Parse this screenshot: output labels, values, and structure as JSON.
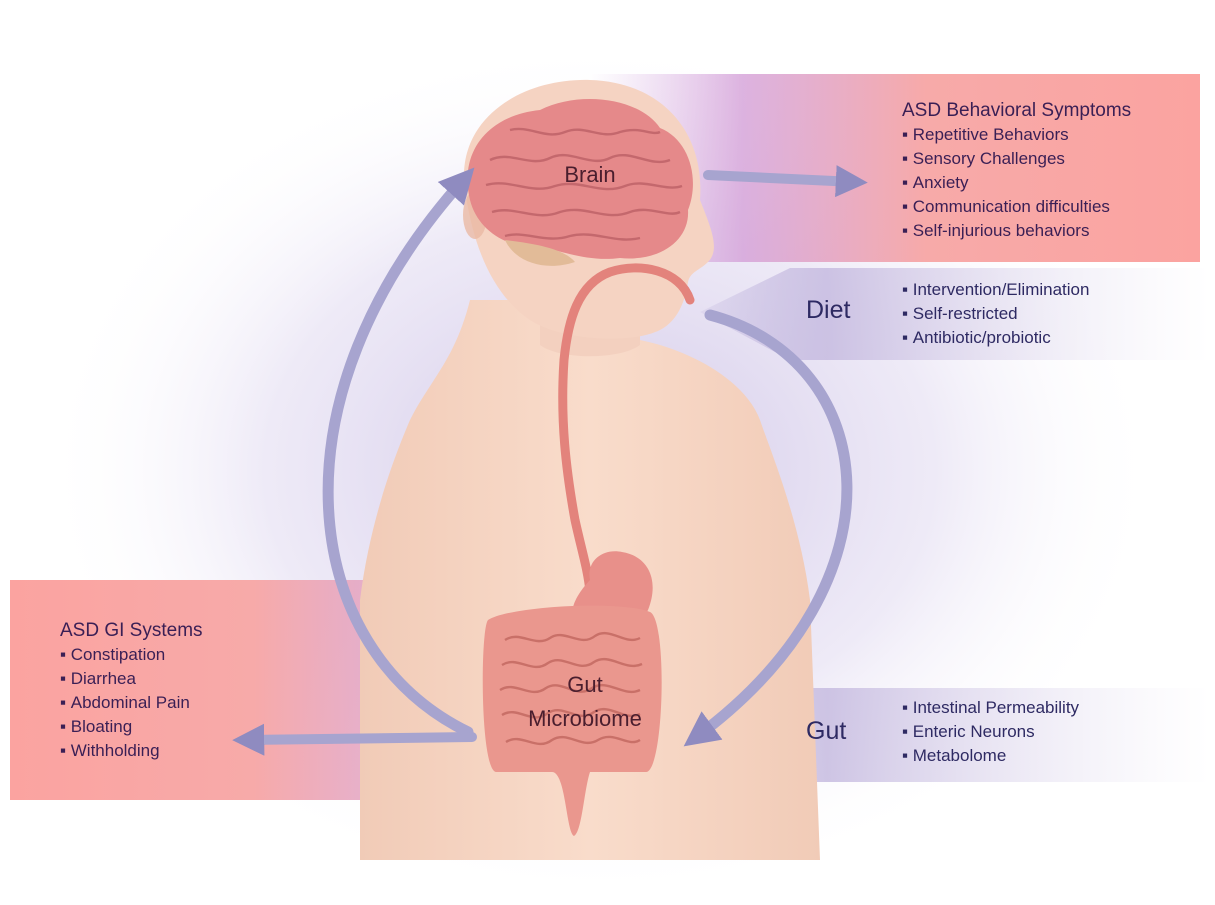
{
  "brain_label": "Brain",
  "gut_label_line1": "Gut",
  "gut_label_line2": "Microbiome",
  "behavioral": {
    "title": "ASD Behavioral Symptoms",
    "items": [
      "Repetitive Behaviors",
      "Sensory Challenges",
      "Anxiety",
      "Communication difficulties",
      "Self-injurious behaviors"
    ]
  },
  "diet": {
    "label": "Diet",
    "items": [
      "Intervention/Elimination",
      "Self-restricted",
      "Antibiotic/probiotic"
    ]
  },
  "gut": {
    "label": "Gut",
    "items": [
      "Intestinal Permeability",
      "Enteric Neurons",
      "Metabolome"
    ]
  },
  "gi": {
    "title": "ASD GI Systems",
    "items": [
      "Constipation",
      "Diarrhea",
      "Abdominal Pain",
      "Bloating",
      "Withholding"
    ]
  },
  "colors": {
    "panel_red": "#f9a8a6",
    "panel_purple": "#c6b7de",
    "arrow": "#9a97c4",
    "skin": "#f7d8c8",
    "tissue": "#e5857e",
    "text_dark_purple": "#2e2a63",
    "text_dark_red": "#3a1f55"
  }
}
